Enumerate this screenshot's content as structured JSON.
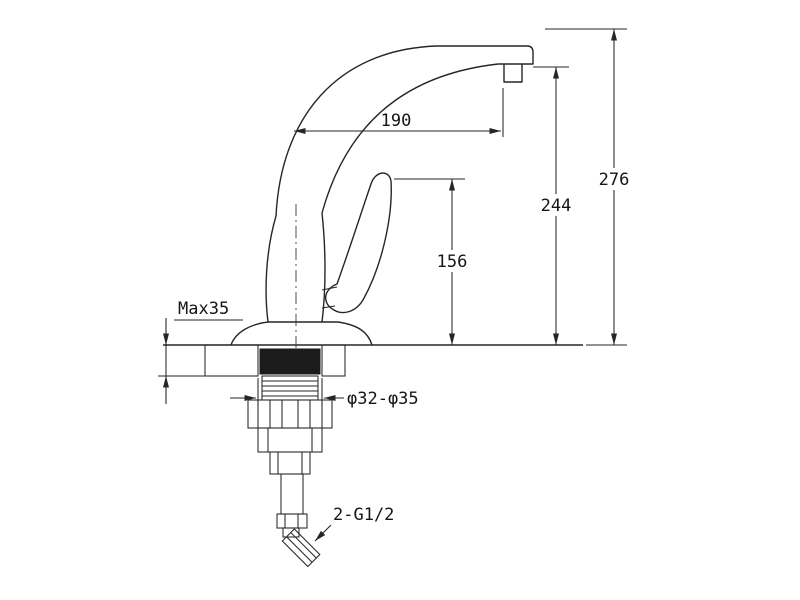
{
  "meta": {
    "background_color": "#ffffff",
    "line_color": "#262626"
  },
  "drawing": {
    "labels": {
      "spout_reach": "190",
      "spout_height": "244",
      "overall_height": "276",
      "handle_height": "156",
      "deck_thickness": "Max35",
      "hole_diameter": "φ32-φ35",
      "connection": "2-G1/2"
    }
  }
}
